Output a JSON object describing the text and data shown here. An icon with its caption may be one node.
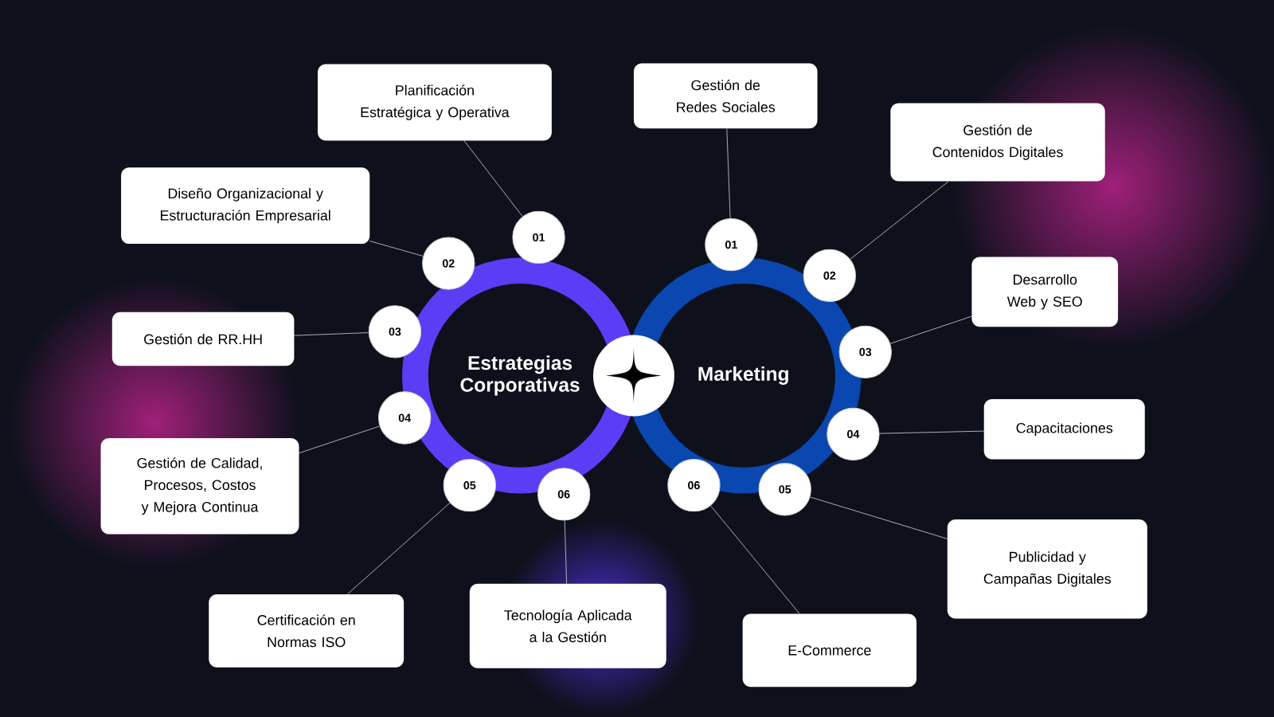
{
  "diagram": {
    "nodes": [
      {
        "text": [
          "Estrategias Corporativas"
        ]
      },
      {
        "text": [
          "Marketing"
        ]
      },
      {
        "text": [
          "01"
        ]
      },
      {
        "text": [
          "02"
        ]
      },
      {
        "text": [
          "03"
        ]
      },
      {
        "text": [
          "04"
        ]
      },
      {
        "text": [
          "05"
        ]
      },
      {
        "text": [
          "06"
        ]
      },
      {
        "text": [
          "Planificación Estratégica y Operativa"
        ]
      },
      {
        "text": [
          "Diseño Organizacional y Estructuración Empresarial"
        ]
      },
      {
        "text": [
          "Gestión de RR.HH"
        ]
      },
      {
        "text": [
          "Gestión de Calidad, Procesos, Costos y Mejora Continua"
        ]
      },
      {
        "text": [
          "Certificación en Normas ISO"
        ]
      },
      {
        "text": [
          "Tecnología Aplicada a la Gestión"
        ]
      },
      {
        "text": [
          "01"
        ]
      },
      {
        "text": [
          "02"
        ]
      },
      {
        "text": [
          "03"
        ]
      },
      {
        "text": [
          "04"
        ]
      },
      {
        "text": [
          "05"
        ]
      },
      {
        "text": [
          "06"
        ]
      },
      {
        "text": [
          "Gestión de Redes Sociales"
        ]
      },
      {
        "text": [
          "Gestión de Contenidos Digitales"
        ]
      },
      {
        "text": [
          "Desarrollo Web y SEO"
        ]
      },
      {
        "text": [
          "Capacitaciones"
        ]
      },
      {
        "text": [
          "Publicidad y Campañas Digitales"
        ]
      },
      {
        "text": [
          "E-Commerce"
        ]
      }
    ],
    "edges": [
      {
        "from": 2,
        "to": 8,
        "arrow": "none"
      },
      {
        "from": 3,
        "to": 9,
        "arrow": "none"
      },
      {
        "from": 4,
        "to": 10,
        "arrow": "none"
      },
      {
        "from": 5,
        "to": 11,
        "arrow": "none"
      },
      {
        "from": 6,
        "to": 12,
        "arrow": "none"
      },
      {
        "from": 7,
        "to": 13,
        "arrow": "none"
      },
      {
        "from": 14,
        "to": 20,
        "arrow": "none"
      },
      {
        "from": 15,
        "to": 21,
        "arrow": "none"
      },
      {
        "from": 16,
        "to": 22,
        "arrow": "none"
      },
      {
        "from": 17,
        "to": 23,
        "arrow": "none"
      },
      {
        "from": 18,
        "to": 24,
        "arrow": "none"
      },
      {
        "from": 19,
        "to": 25,
        "arrow": "none"
      }
    ]
  }
}
